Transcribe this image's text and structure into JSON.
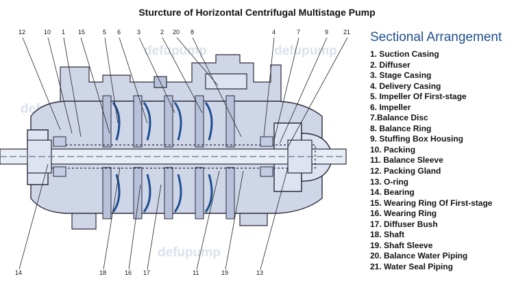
{
  "title": "Sturcture of Horizontal Centrifugal Multistage Pump",
  "watermark": "defupump",
  "legend": {
    "heading": "Sectional Arrangement",
    "items": [
      "1. Suction Casing",
      "2. Diffuser",
      "3. Stage Casing",
      "4. Delivery Casing",
      "5. Impeller Of First-stage",
      "6. Impeller",
      "7.Balance Disc",
      "8. Balance Ring",
      "9. Stuffing Box Housing",
      "10. Packing",
      "11. Balance Sleeve",
      "12. Packing Gland",
      "13. O-ring",
      "14. Bearing",
      "15. Wearing Ring Of First-stage",
      "16. Wearing Ring",
      "17. Diffuser Bush",
      "18. Shaft",
      "19. Shaft Sleeve",
      "20. Balance Water Piping",
      "21. Water Seal Piping"
    ]
  },
  "callouts_top": [
    "12",
    "10",
    "1",
    "15",
    "5",
    "6",
    "3",
    "2",
    "20",
    "8",
    "4",
    "7",
    "9",
    "21"
  ],
  "callouts_bottom": [
    "14",
    "18",
    "16",
    "17",
    "11",
    "19",
    "13"
  ],
  "colors": {
    "casing_fill": "#cfd6e8",
    "casing_stroke": "#2a2a3a",
    "shaft_fill": "#e8ecf5",
    "accent_blue": "#1f4f8f",
    "watermark": "#dbe2ec"
  }
}
